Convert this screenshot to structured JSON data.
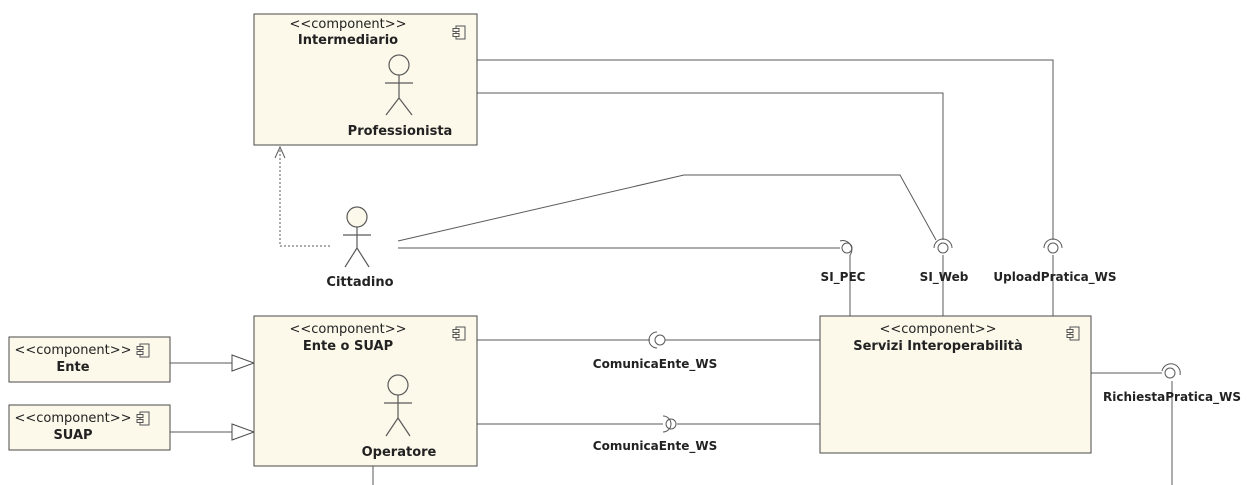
{
  "stereotype": "<<component>>",
  "components": {
    "intermediario": {
      "name": "Intermediario",
      "actor": "Professionista"
    },
    "ente_suap": {
      "name": "Ente o SUAP",
      "actor": "Operatore"
    },
    "servizi": {
      "name": "Servizi Interoperabilità"
    },
    "ente": {
      "name": "Ente"
    },
    "suap": {
      "name": "SUAP"
    }
  },
  "actors": {
    "cittadino": "Cittadino"
  },
  "interfaces": {
    "si_pec": "SI_PEC",
    "si_web": "SI_Web",
    "upload": "UploadPratica_WS",
    "comunica1": "ComunicaEnte_WS",
    "comunica2": "ComunicaEnte_WS",
    "richiesta": "RichiestaPratica_WS"
  }
}
